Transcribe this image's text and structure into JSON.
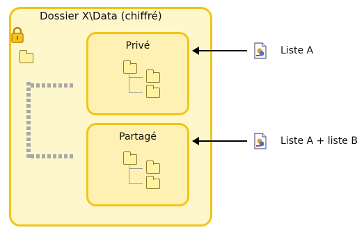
{
  "outer": {
    "title": "Dossier X\\Data (chiffré)"
  },
  "boxes": [
    {
      "title": "Privé"
    },
    {
      "title": "Partagé"
    }
  ],
  "lists": [
    {
      "label": "Liste A"
    },
    {
      "label": "Liste A + liste B"
    }
  ],
  "colors": {
    "border": "#f3c413",
    "fill": "#fff7cc"
  },
  "icons": [
    "lock-icon",
    "folder-icon",
    "document-icon",
    "arrow-left-icon"
  ]
}
